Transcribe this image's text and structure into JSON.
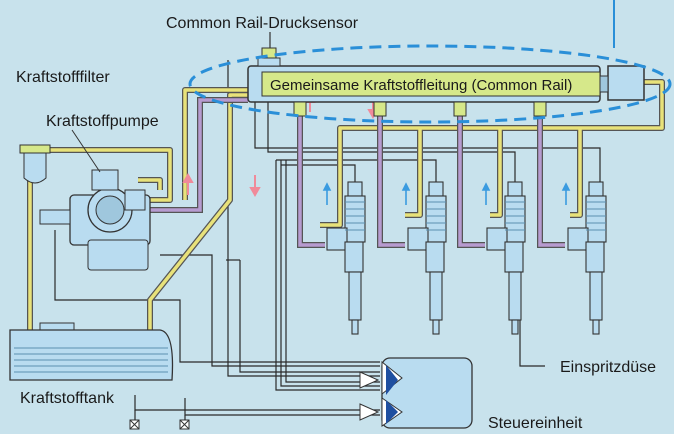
{
  "labels": {
    "pressure_sensor": "Common Rail-Drucksensor",
    "rail": "Gemeinsame Kraftstoffleitung (Common Rail)",
    "filter": "Kraftstofffilter",
    "pump": "Kraftstoffpumpe",
    "tank": "Kraftstofftank",
    "injector": "Einspritzdüse",
    "ecu": "Steuereinheit"
  },
  "colors": {
    "background": "#c8e2ec",
    "fuel_line": "#e8e27a",
    "high_pressure_line": "#b79bd0",
    "return_arrow": "#f08a9a",
    "flow_arrow": "#3a9be0",
    "component_fill": "#b9dcf0",
    "ecu_connector": "#1f4fa0",
    "dashed_outline": "#2a8fd8"
  },
  "icons": [
    "injector-icon",
    "pump-icon",
    "filter-icon",
    "tank-icon",
    "ecu-icon",
    "sensor-icon"
  ]
}
